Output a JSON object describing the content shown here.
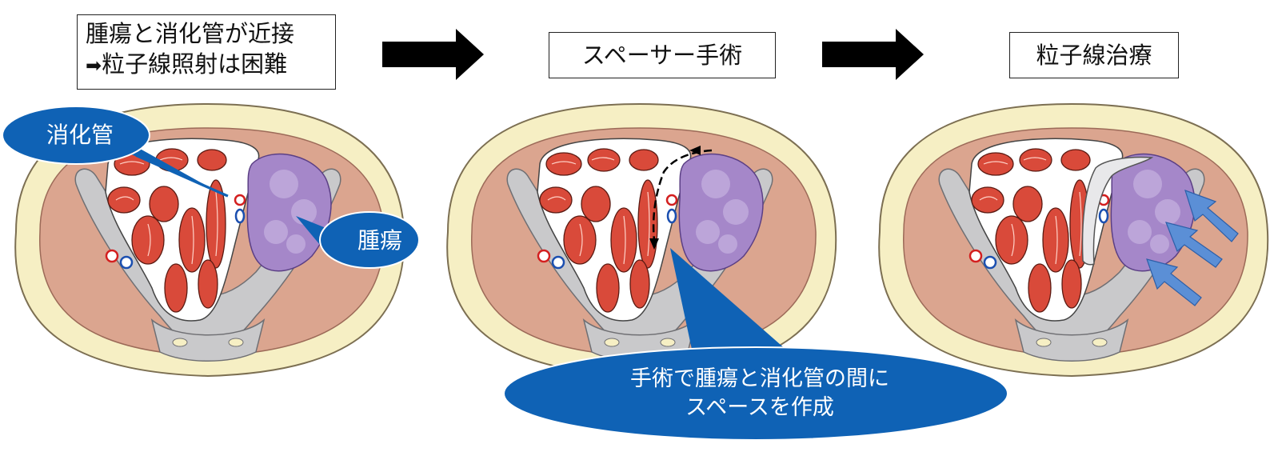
{
  "header": {
    "step1_line1": "腫瘍と消化管が近接",
    "step1_arrow_glyph": "➡",
    "step1_line2": "粒子線照射は困難",
    "step2_label": "スペーサー手術",
    "step3_label": "粒子線治療"
  },
  "callouts": {
    "digestive": "消化管",
    "tumor": "腫瘍",
    "surgery_line1": "手術で腫瘍と消化管の間に",
    "surgery_line2": "スペースを作成"
  },
  "colors": {
    "body_outline": "#f6efc4",
    "muscle": "#dba58f",
    "bone": "#c9c9cb",
    "bowel": "#d94a3a",
    "tumor": "#a587c9",
    "callout": "#0f62b5",
    "radiation_arrow": "#5b8fd6",
    "flow_arrow": "#000000"
  }
}
